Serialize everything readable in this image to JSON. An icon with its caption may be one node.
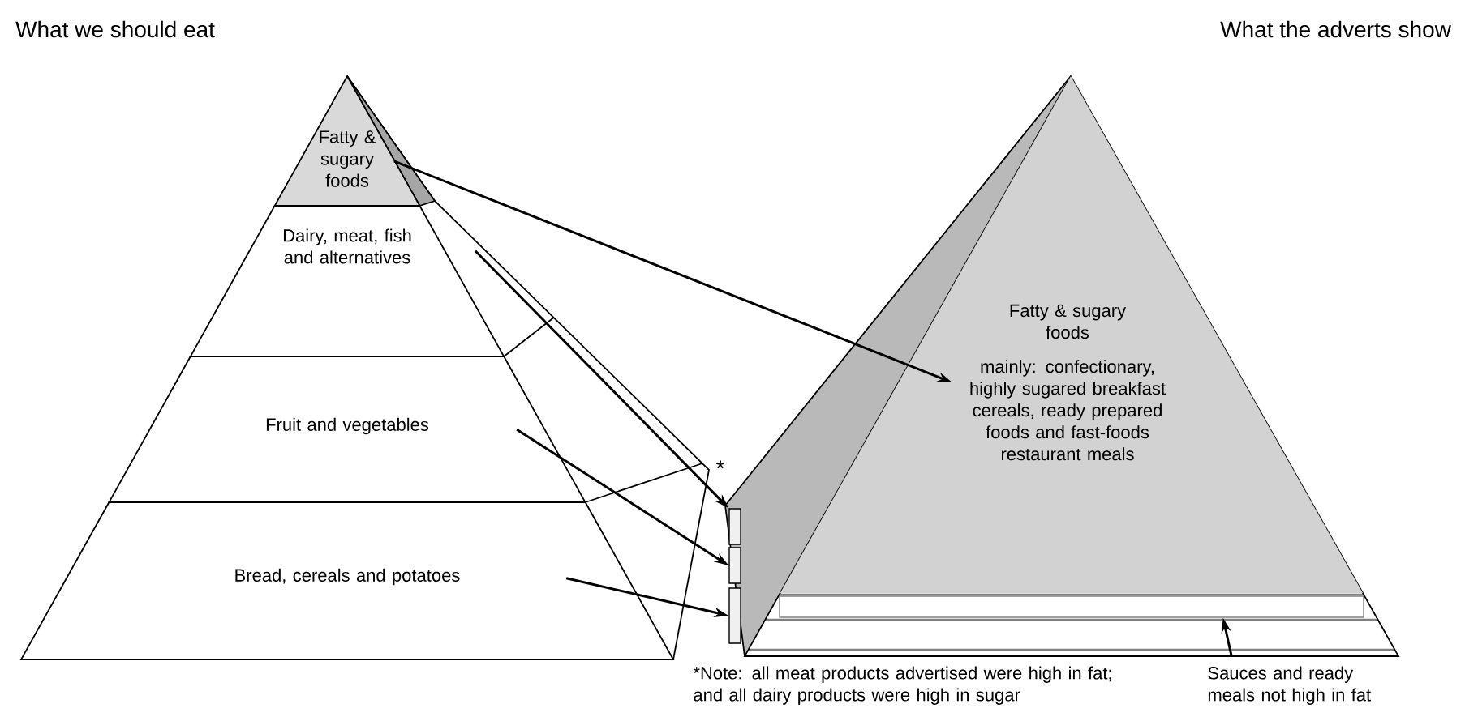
{
  "diagram": {
    "nodes": [
      {
        "text": [
          "Fatty & sugary foods"
        ]
      },
      {
        "text": [
          "Dairy, meat, fish and alternatives"
        ]
      },
      {
        "text": [
          "Fruit and vegetables"
        ]
      },
      {
        "text": [
          "Bread, cereals and potatoes"
        ]
      },
      {
        "text": [
          "Fatty & sugary foods",
          "mainly: confectionary, highly sugared breakfast cereals, ready prepared foods and fast-foods restaurant meals"
        ]
      },
      {
        "text": [],
        "shape": "bar"
      },
      {
        "text": [],
        "shape": "bar"
      },
      {
        "text": [],
        "shape": "bar"
      },
      {
        "text": [
          "Sauces and ready meals not high in fat"
        ]
      },
      {
        "text": [],
        "shape": "bar"
      }
    ],
    "edges": [
      {
        "from": 0,
        "to": 4,
        "arrow": "to"
      },
      {
        "from": 1,
        "to": 5,
        "arrow": "to"
      },
      {
        "from": 2,
        "to": 6,
        "arrow": "to"
      },
      {
        "from": 3,
        "to": 7,
        "arrow": "to"
      },
      {
        "from": 8,
        "to": 9,
        "arrow": "to"
      }
    ],
    "labels": [
      "What we should eat",
      "What the adverts show",
      "*",
      "*Note: all meat products advertised were high in fat; and all dairy products were high in sugar"
    ]
  }
}
